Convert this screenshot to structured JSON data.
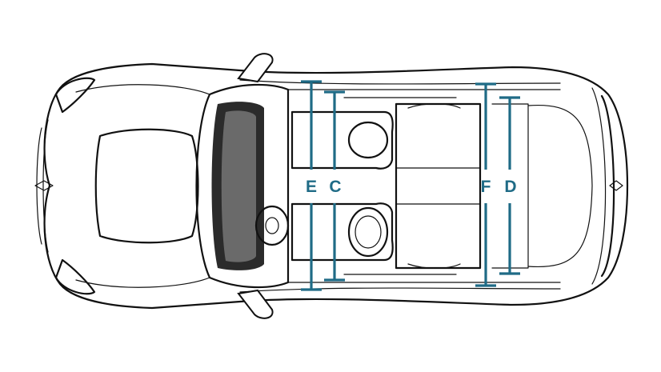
{
  "colors": {
    "dimension": "#1f6b86",
    "outline": "#111111",
    "background": "#ffffff"
  },
  "icons": [
    "car-top-view-outline",
    "brand-emblem-icon"
  ],
  "dimensions": [
    {
      "id": "E",
      "label": "E"
    },
    {
      "id": "C",
      "label": "C"
    },
    {
      "id": "F",
      "label": "F"
    },
    {
      "id": "D",
      "label": "D"
    }
  ]
}
